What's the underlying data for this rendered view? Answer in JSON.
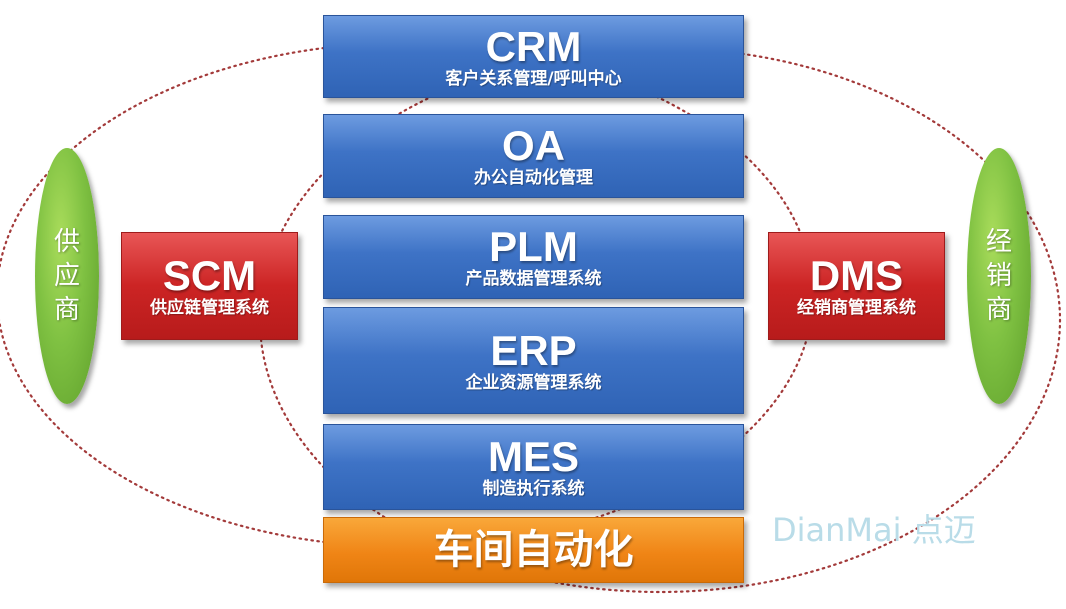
{
  "stack": {
    "crm": {
      "title": "CRM",
      "subtitle": "客户关系管理/呼叫中心"
    },
    "oa": {
      "title": "OA",
      "subtitle": "办公自动化管理"
    },
    "plm": {
      "title": "PLM",
      "subtitle": "产品数据管理系统"
    },
    "erp": {
      "title": "ERP",
      "subtitle": "企业资源管理系统"
    },
    "mes": {
      "title": "MES",
      "subtitle": "制造执行系统"
    },
    "workshop": {
      "label": "车间自动化"
    }
  },
  "left": {
    "scm": {
      "title": "SCM",
      "subtitle": "供应链管理系统"
    },
    "party": "供应商"
  },
  "right": {
    "dms": {
      "title": "DMS",
      "subtitle": "经销商管理系统"
    },
    "party": "经销商"
  },
  "watermark": "DianMai 点迈",
  "colors": {
    "blue_block": "#3e73c6",
    "red_block": "#cc2424",
    "orange_block": "#f08516",
    "green_oval": "#7fc142",
    "ring_stroke": "#a33a3a"
  }
}
